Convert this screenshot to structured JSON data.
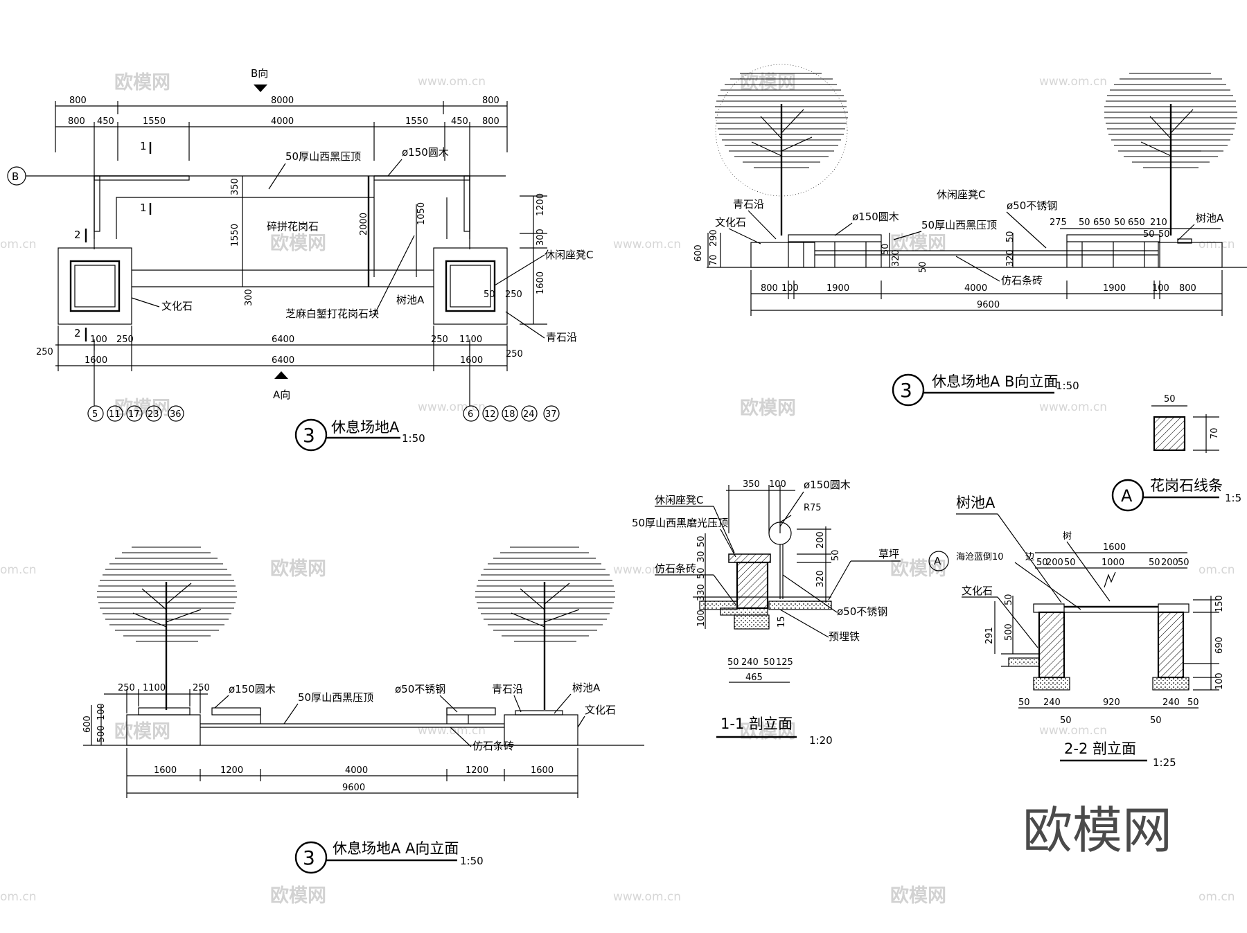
{
  "plan": {
    "title": "休息场地A",
    "scale": "1:50",
    "badge": "3",
    "dir_top": "B向",
    "dir_bottom": "A向",
    "axis_label": "B",
    "dims_top_total": [
      "800",
      "8000",
      "800"
    ],
    "dims_top_detail": [
      "800",
      "450",
      "1550",
      "4000",
      "1550",
      "450",
      "800"
    ],
    "dims_right": [
      "1200",
      "300",
      "1600"
    ],
    "dims_inner": [
      "350",
      "1550",
      "300",
      "2000",
      "1050"
    ],
    "dims_bottom_1": [
      "250",
      "100",
      "250",
      "6400",
      "250",
      "1100",
      "250"
    ],
    "dims_bottom_2": [
      "1600",
      "6400",
      "1600"
    ],
    "dims_pool": [
      "50",
      "250"
    ],
    "section_marks": [
      "1",
      "1",
      "2",
      "2"
    ],
    "labels": {
      "cap": "50厚山西黑压顶",
      "log": "ø150圆木",
      "paving": "碎拼花岗石",
      "culture_stone": "文化石",
      "granite_block": "芝麻白錾打花岗石块",
      "tree_pool": "树池A",
      "bench": "休闲座凳C",
      "curb": "青石沿"
    },
    "refs_left": [
      "5",
      "11",
      "17",
      "23",
      "36"
    ],
    "refs_right": [
      "6",
      "12",
      "18",
      "24",
      "37"
    ]
  },
  "elev_b": {
    "title": "休息场地A B向立面",
    "scale": "1:50",
    "badge": "3",
    "labels": {
      "curb": "青石沿",
      "culture_stone": "文化石",
      "log": "ø150圆木",
      "bench": "休闲座凳C",
      "cap": "50厚山西黑压顶",
      "steel": "ø50不锈钢",
      "brick": "仿石条砖",
      "tree_pool": "树池A"
    },
    "dims_left": [
      "600",
      "290",
      "70"
    ],
    "dims_mid": [
      "50",
      "320",
      "50",
      "320",
      "50"
    ],
    "dims_right": [
      "275",
      "50",
      "650",
      "50",
      "650",
      "210",
      "50",
      "50"
    ],
    "dims_bottom": [
      "800",
      "100",
      "1900",
      "4000",
      "1900",
      "100",
      "800"
    ],
    "total": "9600"
  },
  "detail_a": {
    "badge": "A",
    "title": "花岗石线条",
    "scale": "1:5",
    "width": "50",
    "height": "70"
  },
  "elev_a": {
    "title": "休息场地A A向立面",
    "scale": "1:50",
    "badge": "3",
    "labels": {
      "log": "ø150圆木",
      "cap": "50厚山西黑压顶",
      "steel": "ø50不锈钢",
      "curb": "青石沿",
      "tree_pool": "树池A",
      "culture_stone": "文化石",
      "brick": "仿石条砖"
    },
    "dims_top": [
      "250",
      "1100",
      "250"
    ],
    "dims_left": [
      "600",
      "100",
      "500"
    ],
    "dims_bottom": [
      "1600",
      "1200",
      "4000",
      "1200",
      "1600"
    ],
    "total": "9600"
  },
  "sect_11": {
    "title": "1-1 剖立面",
    "scale": "1:20",
    "labels": {
      "bench": "休闲座凳C",
      "cap": "50厚山西黑磨光压顶",
      "brick": "仿石条砖",
      "log": "ø150圆木",
      "radius": "R75",
      "lawn": "草坪",
      "steel": "ø50不锈钢",
      "embed": "预埋铁"
    },
    "dims_top": [
      "350",
      "100"
    ],
    "dims_left": [
      "50",
      "30",
      "50",
      "330",
      "100"
    ],
    "dims_right": [
      "200",
      "50",
      "320",
      "15"
    ],
    "dims_bottom": [
      "50",
      "240",
      "50",
      "125"
    ],
    "total": "465"
  },
  "sect_22": {
    "title": "2-2 剖立面",
    "scale": "1:25",
    "labels": {
      "tree_pool": "树池A",
      "sponge": "海沧蓝倒10",
      "culture_stone": "文化石",
      "edge": "边",
      "tree": "树",
      "marker": "A"
    },
    "dims_top_total": "1600",
    "dims_top": [
      "50",
      "200",
      "50",
      "1000",
      "50",
      "200",
      "50"
    ],
    "dims_left": [
      "50",
      "500",
      "291"
    ],
    "dims_right": [
      "150",
      "690",
      "100"
    ],
    "dims_bottom": [
      "50",
      "240",
      "920",
      "240",
      "50"
    ],
    "dims_bottom_2": [
      "50",
      "50"
    ]
  },
  "watermark": {
    "logo": "欧模网",
    "url": "www.om.cn",
    "edge": "om.cn"
  }
}
